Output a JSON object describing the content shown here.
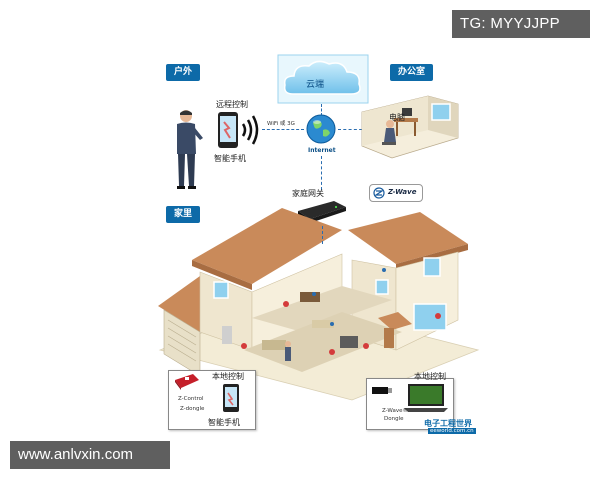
{
  "watermark_top": "TG: MYYJJPP",
  "watermark_bottom": "www.anlvxin.com",
  "sections": {
    "outdoor": "户外",
    "office": "办公室",
    "home": "家里"
  },
  "cloud_label": "云端",
  "wifi_label": "WiFi 或 3G",
  "internet_label": "Internet",
  "remote_control": "远程控制",
  "smartphone": "智能手机",
  "computer": "电脑",
  "home_gateway": "家庭网关",
  "zwave": "Z-Wave",
  "local_control_left": "本地控制",
  "local_control_right": "本地控制",
  "zcontrol": "Z-Control",
  "zdongle": "Z-dongle",
  "smartphone_local": "智能手机",
  "zwave_dongle_line1": "Z-Wave®",
  "zwave_dongle_line2": "Dongle",
  "source_logo": "电子工程世界",
  "source_url": "eeworld.com.cn",
  "colors": {
    "badge": "#0d6aa8",
    "roof": "#c98a5a",
    "wall": "#efe6cf",
    "sky": "#8fd0ee",
    "dash": "#2a6db0"
  }
}
